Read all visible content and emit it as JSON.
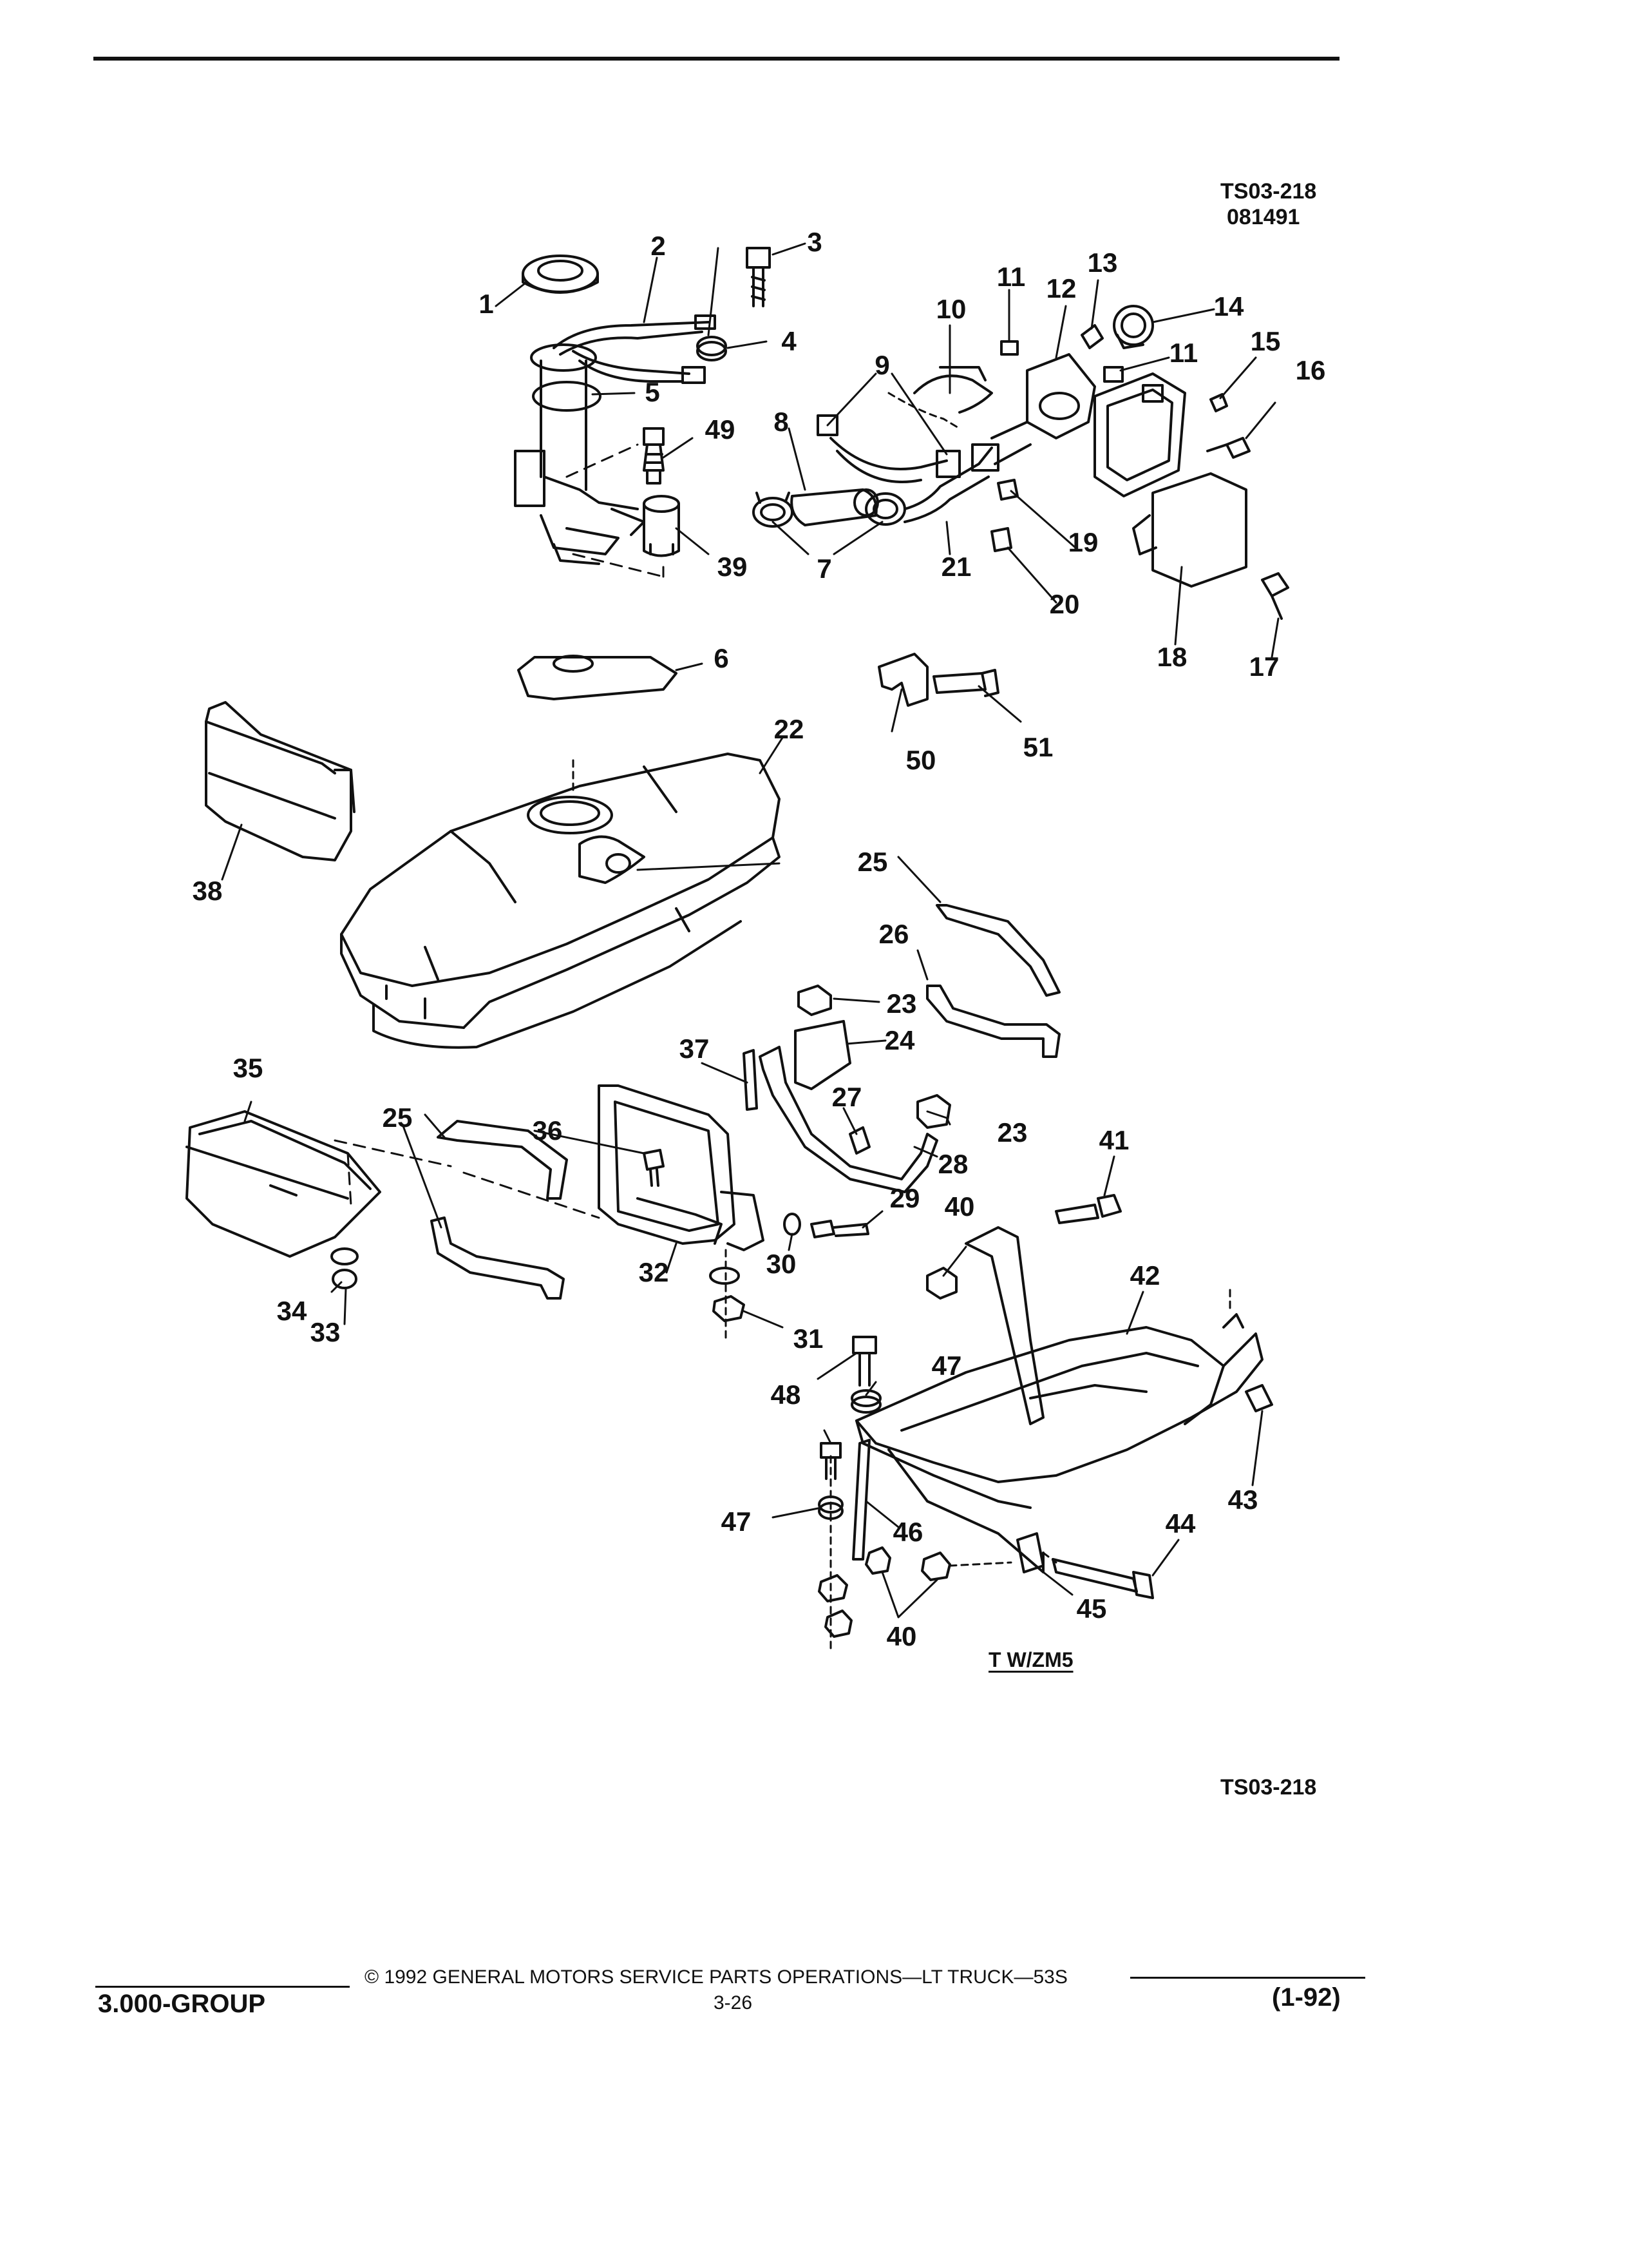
{
  "header": {
    "drawing_code": "TS03-218",
    "date_code": "081491"
  },
  "callouts": [
    {
      "id": "c1",
      "label": "1"
    },
    {
      "id": "c2",
      "label": "2"
    },
    {
      "id": "c3",
      "label": "3"
    },
    {
      "id": "c4",
      "label": "4"
    },
    {
      "id": "c5",
      "label": "5"
    },
    {
      "id": "c6",
      "label": "6"
    },
    {
      "id": "c7",
      "label": "7"
    },
    {
      "id": "c8",
      "label": "8"
    },
    {
      "id": "c9",
      "label": "9"
    },
    {
      "id": "c10",
      "label": "10"
    },
    {
      "id": "c11a",
      "label": "11"
    },
    {
      "id": "c11b",
      "label": "11"
    },
    {
      "id": "c12",
      "label": "12"
    },
    {
      "id": "c13",
      "label": "13"
    },
    {
      "id": "c14",
      "label": "14"
    },
    {
      "id": "c15",
      "label": "15"
    },
    {
      "id": "c16",
      "label": "16"
    },
    {
      "id": "c17",
      "label": "17"
    },
    {
      "id": "c18",
      "label": "18"
    },
    {
      "id": "c19",
      "label": "19"
    },
    {
      "id": "c20",
      "label": "20"
    },
    {
      "id": "c21",
      "label": "21"
    },
    {
      "id": "c22",
      "label": "22"
    },
    {
      "id": "c23a",
      "label": "23"
    },
    {
      "id": "c23b",
      "label": "23"
    },
    {
      "id": "c24",
      "label": "24"
    },
    {
      "id": "c25a",
      "label": "25"
    },
    {
      "id": "c25b",
      "label": "25"
    },
    {
      "id": "c26",
      "label": "26"
    },
    {
      "id": "c27",
      "label": "27"
    },
    {
      "id": "c28",
      "label": "28"
    },
    {
      "id": "c29",
      "label": "29"
    },
    {
      "id": "c30",
      "label": "30"
    },
    {
      "id": "c31",
      "label": "31"
    },
    {
      "id": "c32",
      "label": "32"
    },
    {
      "id": "c33",
      "label": "33"
    },
    {
      "id": "c34",
      "label": "34"
    },
    {
      "id": "c35",
      "label": "35"
    },
    {
      "id": "c36",
      "label": "36"
    },
    {
      "id": "c37",
      "label": "37"
    },
    {
      "id": "c38",
      "label": "38"
    },
    {
      "id": "c39",
      "label": "39"
    },
    {
      "id": "c40a",
      "label": "40"
    },
    {
      "id": "c40b",
      "label": "40"
    },
    {
      "id": "c41",
      "label": "41"
    },
    {
      "id": "c42",
      "label": "42"
    },
    {
      "id": "c43",
      "label": "43"
    },
    {
      "id": "c44",
      "label": "44"
    },
    {
      "id": "c45",
      "label": "45"
    },
    {
      "id": "c46",
      "label": "46"
    },
    {
      "id": "c47a",
      "label": "47"
    },
    {
      "id": "c47b",
      "label": "47"
    },
    {
      "id": "c48",
      "label": "48"
    },
    {
      "id": "c49",
      "label": "49"
    },
    {
      "id": "c50",
      "label": "50"
    },
    {
      "id": "c51",
      "label": "51"
    }
  ],
  "option_note": "T W/ZM5",
  "footer_code": "TS03-218",
  "footer": {
    "copyright": "© 1992 GENERAL MOTORS SERVICE PARTS OPERATIONS—LT TRUCK—53S",
    "group": "3.000-GROUP",
    "page_number": "3-26",
    "revision": "(1-92)"
  }
}
